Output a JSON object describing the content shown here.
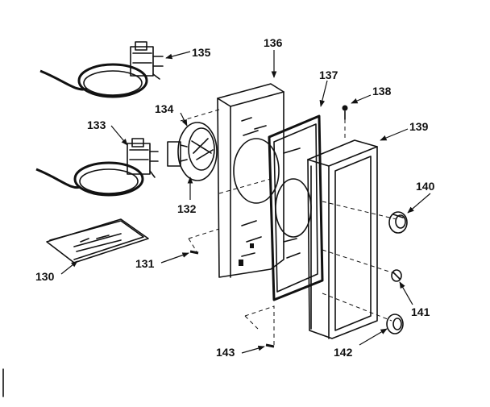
{
  "parts": [
    {
      "id": "130",
      "label": "130"
    },
    {
      "id": "131",
      "label": "131"
    },
    {
      "id": "132",
      "label": "132"
    },
    {
      "id": "133",
      "label": "133"
    },
    {
      "id": "134",
      "label": "134"
    },
    {
      "id": "135",
      "label": "135"
    },
    {
      "id": "136",
      "label": "136"
    },
    {
      "id": "137",
      "label": "137"
    },
    {
      "id": "138",
      "label": "138"
    },
    {
      "id": "139",
      "label": "139"
    },
    {
      "id": "140",
      "label": "140"
    },
    {
      "id": "141",
      "label": "141"
    },
    {
      "id": "142",
      "label": "142"
    },
    {
      "id": "143",
      "label": "143"
    }
  ]
}
